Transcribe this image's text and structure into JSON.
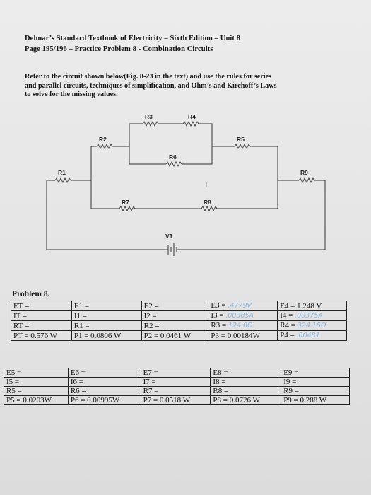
{
  "header": {
    "line1": "Delmar’s Standard Textbook of Electricity – Sixth Edition – Unit 8",
    "line2": "Page 195/196 – Practice Problem 8 - Combination Circuits"
  },
  "instructions": {
    "line1": "Refer to the circuit shown below(Fig. 8-23 in the text) and use the rules for series",
    "line2": "and parallel circuits, techniques of simplification, and Ohm’s and Kirchoff’s Laws",
    "line3": "to solve for the missing values."
  },
  "circuit": {
    "labels": [
      "R1",
      "R2",
      "R3",
      "R4",
      "R5",
      "R6",
      "R7",
      "R8",
      "R9",
      "V1"
    ],
    "stray_mark": "I"
  },
  "problem": {
    "title": "Problem 8."
  },
  "table1": {
    "rows": [
      [
        {
          "text": "ET ="
        },
        {
          "text": "E1 ="
        },
        {
          "text": "E2 ="
        },
        {
          "text": "E3 =",
          "hand": ".4779V"
        },
        {
          "text": "E4 = 1.248 V"
        }
      ],
      [
        {
          "text": "IT ="
        },
        {
          "text": "I1 ="
        },
        {
          "text": "I2 ="
        },
        {
          "text": "I3 =",
          "hand": ".00385A"
        },
        {
          "text": "I4 =",
          "hand": ".00375A"
        }
      ],
      [
        {
          "text": "RT ="
        },
        {
          "text": "R1 ="
        },
        {
          "text": "R2 ="
        },
        {
          "text": "R3 =",
          "hand": "124.0Ω"
        },
        {
          "text": "R4 =",
          "hand": "324.15Ω"
        }
      ],
      [
        {
          "text": "PT = 0.576 W"
        },
        {
          "text": "P1 = 0.0806 W"
        },
        {
          "text": "P2 = 0.0461 W"
        },
        {
          "text": "P3 = 0.00184W"
        },
        {
          "text": "P4 =",
          "hand": ".00481"
        }
      ]
    ]
  },
  "table2": {
    "rows": [
      [
        {
          "text": "E5 ="
        },
        {
          "text": "E6 ="
        },
        {
          "text": "E7 ="
        },
        {
          "text": "E8 ="
        },
        {
          "text": "E9 ="
        }
      ],
      [
        {
          "text": "I5 ="
        },
        {
          "text": "I6 ="
        },
        {
          "text": "I7 ="
        },
        {
          "text": "I8 ="
        },
        {
          "text": "I9 ="
        }
      ],
      [
        {
          "text": "R5 ="
        },
        {
          "text": "R6 ="
        },
        {
          "text": "R7 ="
        },
        {
          "text": "R8 ="
        },
        {
          "text": "R9 ="
        }
      ],
      [
        {
          "text": "P5 = 0.0203W"
        },
        {
          "text": "P6 = 0.00995W"
        },
        {
          "text": "P7 = 0.0518 W"
        },
        {
          "text": "P8 = 0.0726 W"
        },
        {
          "text": "P9 = 0.288 W"
        }
      ]
    ]
  }
}
